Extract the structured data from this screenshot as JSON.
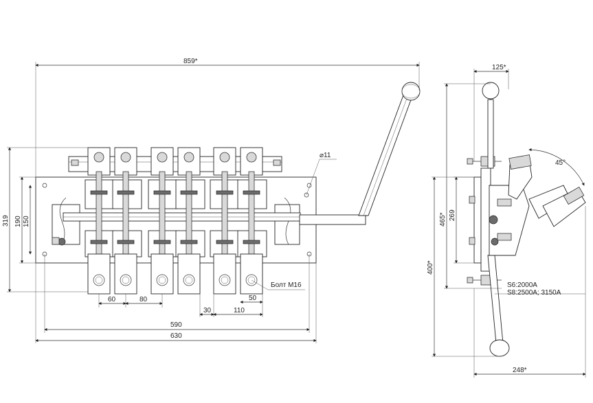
{
  "dimensions": {
    "overall_width": "859*",
    "height_319": "319",
    "height_190": "190",
    "height_150": "150",
    "pitch_60": "60",
    "pitch_80": "80",
    "pitch_30": "30",
    "pitch_110": "110",
    "pitch_50": "50",
    "width_590": "590",
    "width_630": "630",
    "hole_dia": "⌀11",
    "side_top": "125*",
    "side_angle": "45°",
    "side_465": "465*",
    "side_269": "269",
    "side_400": "400*",
    "side_bottom": "248*"
  },
  "labels": {
    "bolt": "Болт М16",
    "rating_s6": "S6:2000A",
    "rating_s8": "S8:2500A; 3150A"
  }
}
